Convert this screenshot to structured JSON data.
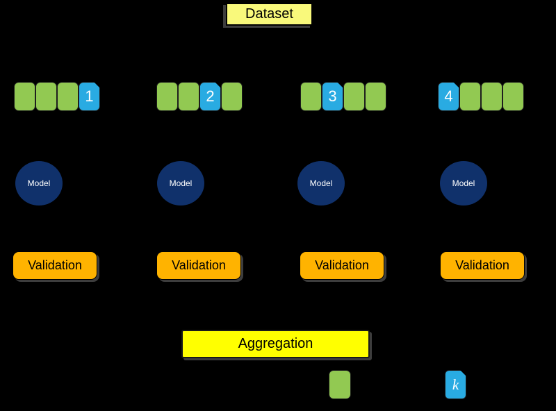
{
  "title": "k-fold cross-validation diagram",
  "colors": {
    "background": "#000000",
    "train_fold_green": "#92C952",
    "validation_fold_blue": "#29ABE2",
    "model_navy": "#10316B",
    "validation_orange": "#FFB300",
    "dataset_yellow": "#F9F97B",
    "aggregation_yellow": "#FFFF00"
  },
  "dataset": {
    "label": "Dataset"
  },
  "splits": [
    {
      "name": "split-1",
      "blocks": [
        "train",
        "train",
        "train",
        "val"
      ],
      "val_label": "1",
      "val_position": 4
    },
    {
      "name": "split-2",
      "blocks": [
        "train",
        "train",
        "val",
        "train"
      ],
      "val_label": "2",
      "val_position": 3
    },
    {
      "name": "split-3",
      "blocks": [
        "train",
        "val",
        "train",
        "train"
      ],
      "val_label": "3",
      "val_position": 2
    },
    {
      "name": "split-4",
      "blocks": [
        "val",
        "train",
        "train",
        "train"
      ],
      "val_label": "4",
      "val_position": 1
    }
  ],
  "models": [
    {
      "label": "Model"
    },
    {
      "label": "Model"
    },
    {
      "label": "Model"
    },
    {
      "label": "Model"
    }
  ],
  "validations": [
    {
      "label": "Validation"
    },
    {
      "label": "Validation"
    },
    {
      "label": "Validation"
    },
    {
      "label": "Validation"
    }
  ],
  "aggregation": {
    "label": "Aggregation"
  },
  "legend": {
    "train_swatch": {
      "label": "",
      "color": "#92C952"
    },
    "val_swatch": {
      "label": "k",
      "color": "#29ABE2"
    }
  }
}
